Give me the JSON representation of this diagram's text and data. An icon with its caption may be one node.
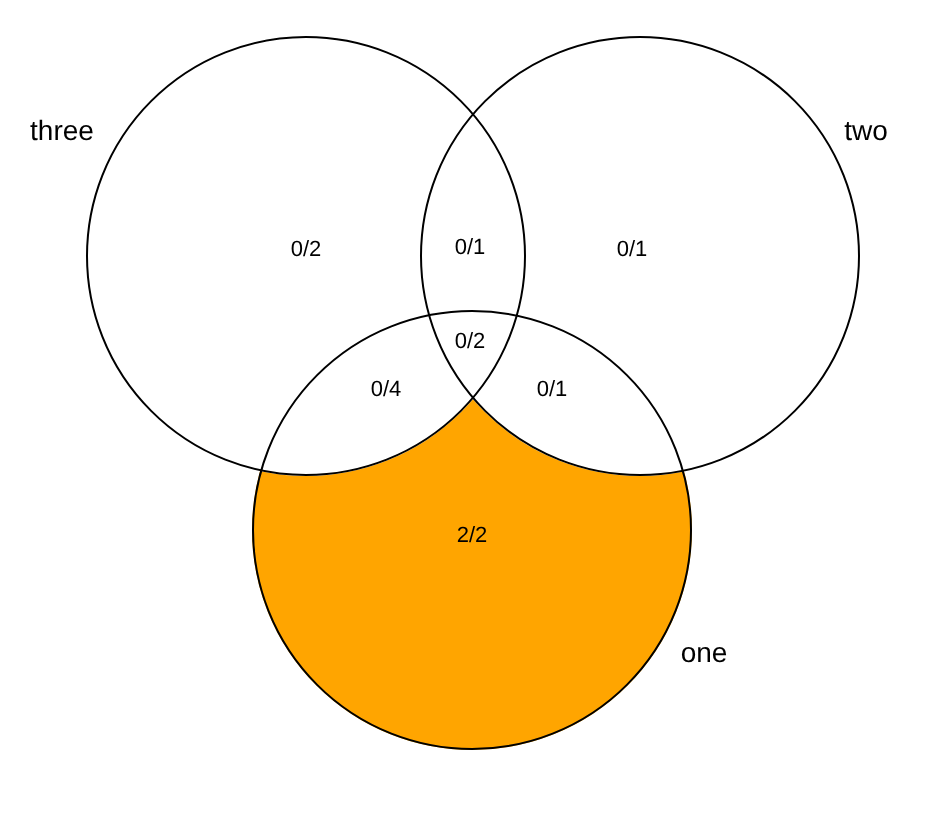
{
  "diagram": {
    "nodes": [
      {
        "text": [
          "three"
        ]
      },
      {
        "text": [
          "two"
        ]
      },
      {
        "text": [
          "one"
        ]
      }
    ],
    "labels": [
      "0/2",
      "0/1",
      "0/1",
      "0/2",
      "0/4",
      "0/1",
      "2/2"
    ]
  }
}
